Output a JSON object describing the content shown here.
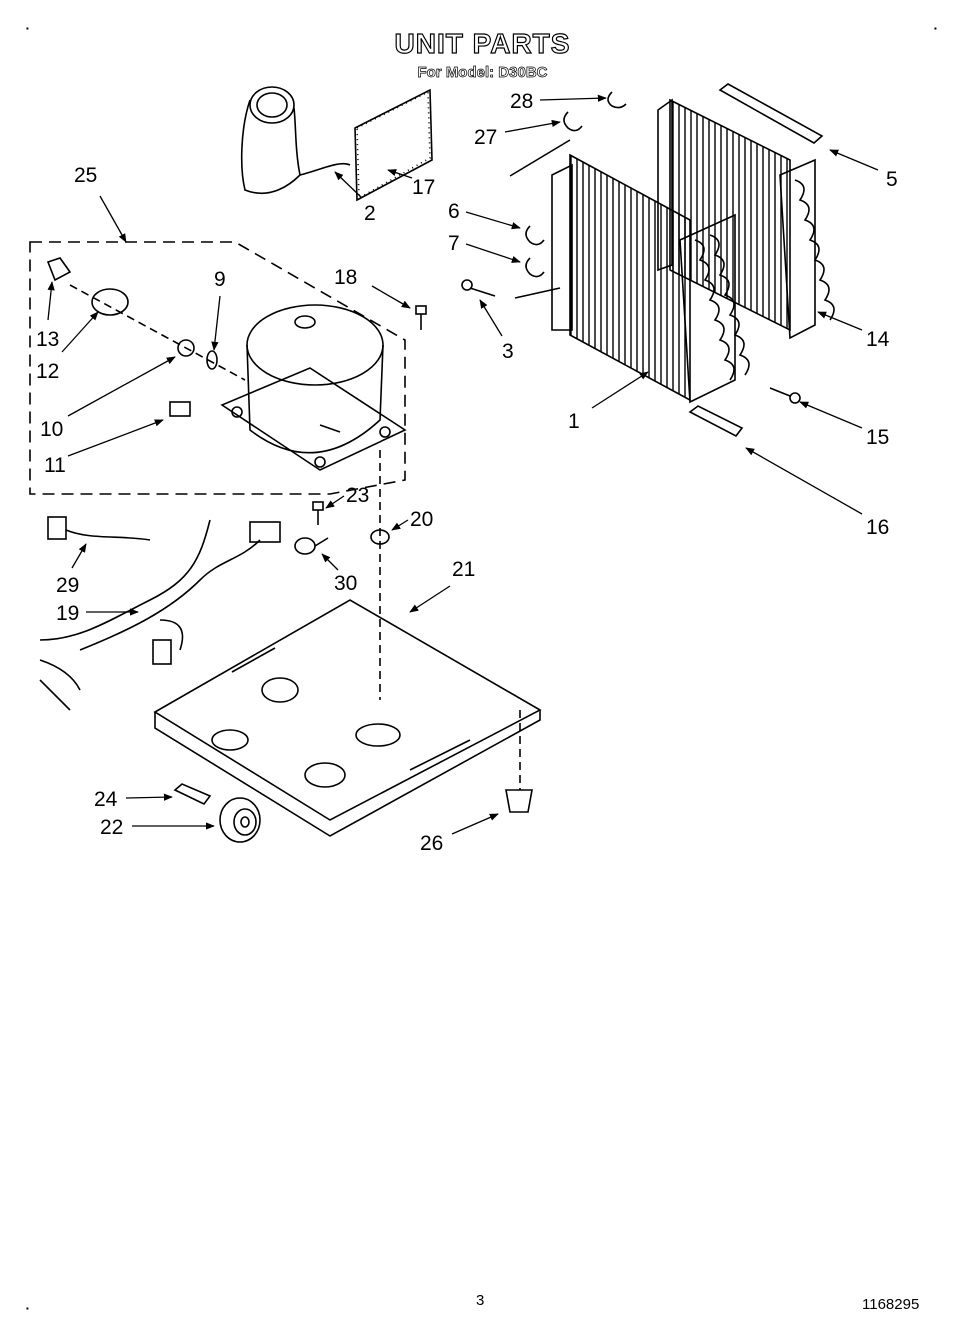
{
  "header": {
    "title": "UNIT PARTS",
    "subtitle": "For Model: D30BC"
  },
  "callouts": [
    "1",
    "2",
    "3",
    "5",
    "6",
    "7",
    "9",
    "10",
    "11",
    "12",
    "13",
    "14",
    "15",
    "16",
    "17",
    "18",
    "19",
    "20",
    "21",
    "22",
    "23",
    "24",
    "25",
    "26",
    "27",
    "28",
    "29",
    "30"
  ],
  "footer": {
    "page_number": "3",
    "doc_number": "1168295"
  },
  "colors": {
    "ink": "#000000",
    "paper": "#ffffff"
  }
}
